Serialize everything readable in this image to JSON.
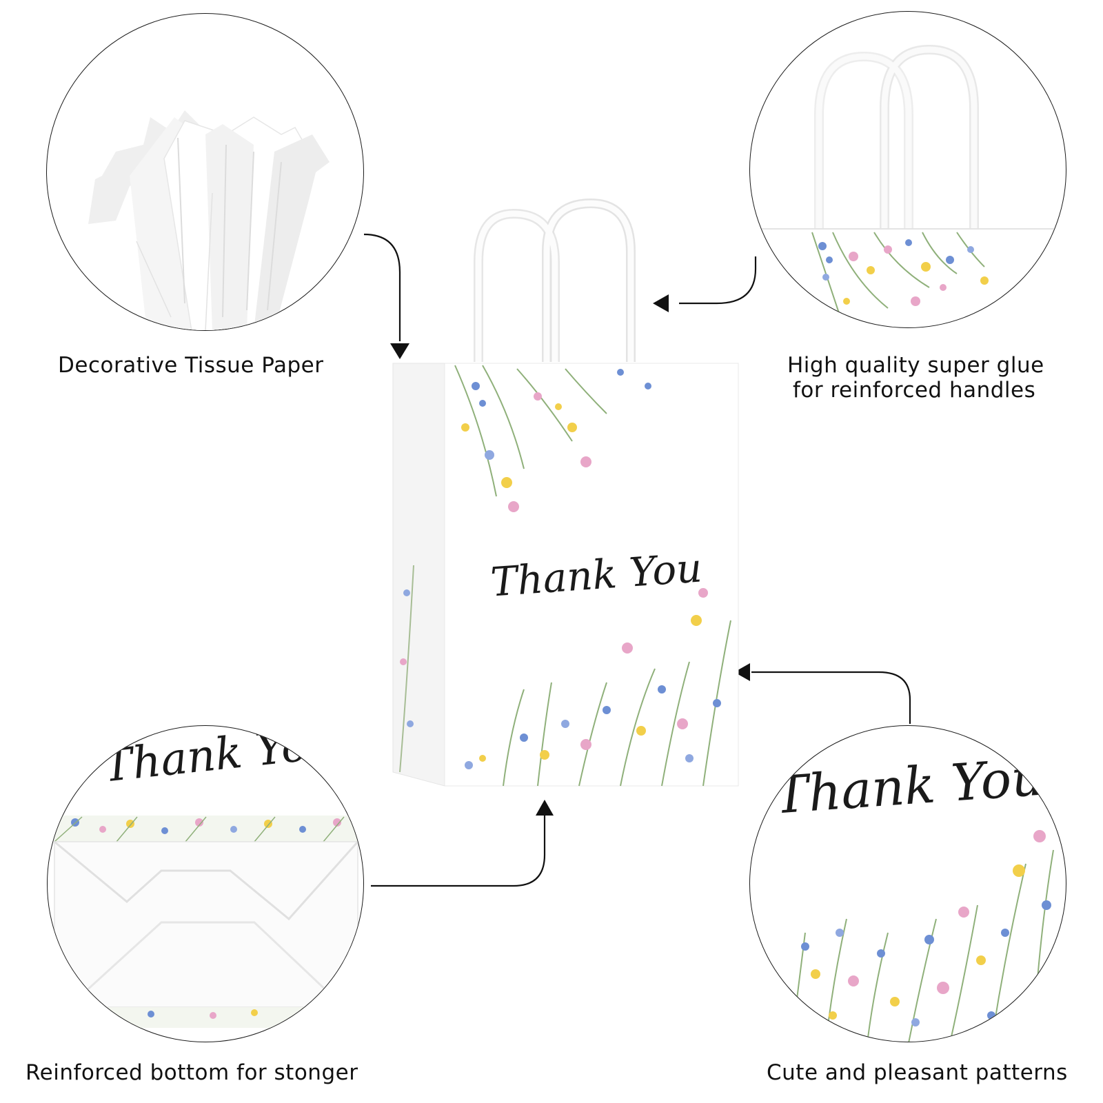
{
  "captions": {
    "tissue": "Decorative Tissue Paper",
    "glue_line1": "High quality super glue",
    "glue_line2": "for reinforced handles",
    "bottom": "Reinforced bottom for stonger",
    "patterns": "Cute and pleasant patterns"
  },
  "bag": {
    "script_text": "Thank You"
  },
  "colors": {
    "outline": "#1a1a1a",
    "bag_white": "#ffffff",
    "flower_pink": "#e8a6c8",
    "flower_blue": "#6d8fd4",
    "flower_yellow": "#f2cf4a",
    "leaf_green": "#8fb07a"
  }
}
